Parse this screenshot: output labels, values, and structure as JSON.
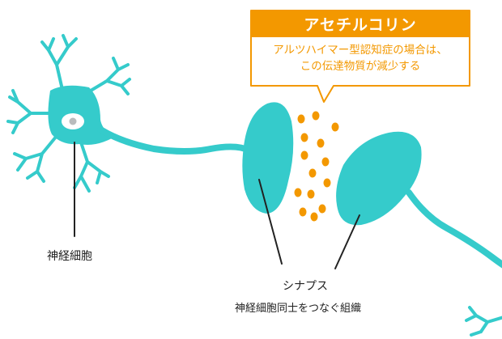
{
  "colors": {
    "neuron": "#35cbcb",
    "nucleus": "#ffffff",
    "nucleolus": "#b9bcbd",
    "accent": "#f39800",
    "line": "#222222"
  },
  "callout": {
    "title": "アセチルコリン",
    "body_line1": "アルツハイマー型認知症の場合は、",
    "body_line2": "この伝達物質が減少する"
  },
  "labels": {
    "cell_body": "神経細胞",
    "synapse": "シナプス",
    "synapse_desc": "神経細胞同士をつなぐ組織"
  }
}
